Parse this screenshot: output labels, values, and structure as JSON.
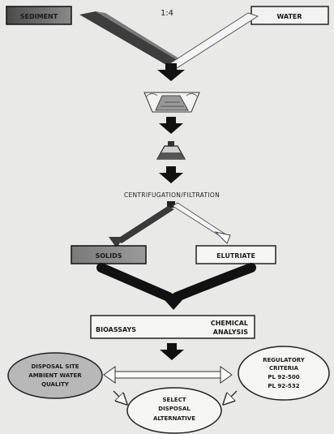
{
  "page_number": "1:4",
  "boxes": {
    "sediment": "SEDIMENT",
    "water": "WATER",
    "solids": "SOLIDS",
    "elutriate": "ELUTRIATE",
    "bioassays": "BIOASSAYS",
    "chemical_line1": "CHEMICAL",
    "chemical_line2": "ANALYSIS"
  },
  "process_label": "CENTRIFUGATION/FILTRATION",
  "ovals": {
    "disposal_site": [
      "DISPOSAL SITE",
      "AMBIENT WATER",
      "QUALITY"
    ],
    "regulatory": [
      "REGULATORY",
      "CRITERIA",
      "PL 92-500",
      "PL 92-532"
    ],
    "select": [
      "SELECT",
      "DISPOSAL",
      "ALTERNATIVE"
    ]
  },
  "colors": {
    "background": "#e9e9e7",
    "ink": "#1a1a1a",
    "sediment_fill": "#6e6e6e",
    "water_fill": "#f2f2f2",
    "paper": "#f6f6f4"
  }
}
